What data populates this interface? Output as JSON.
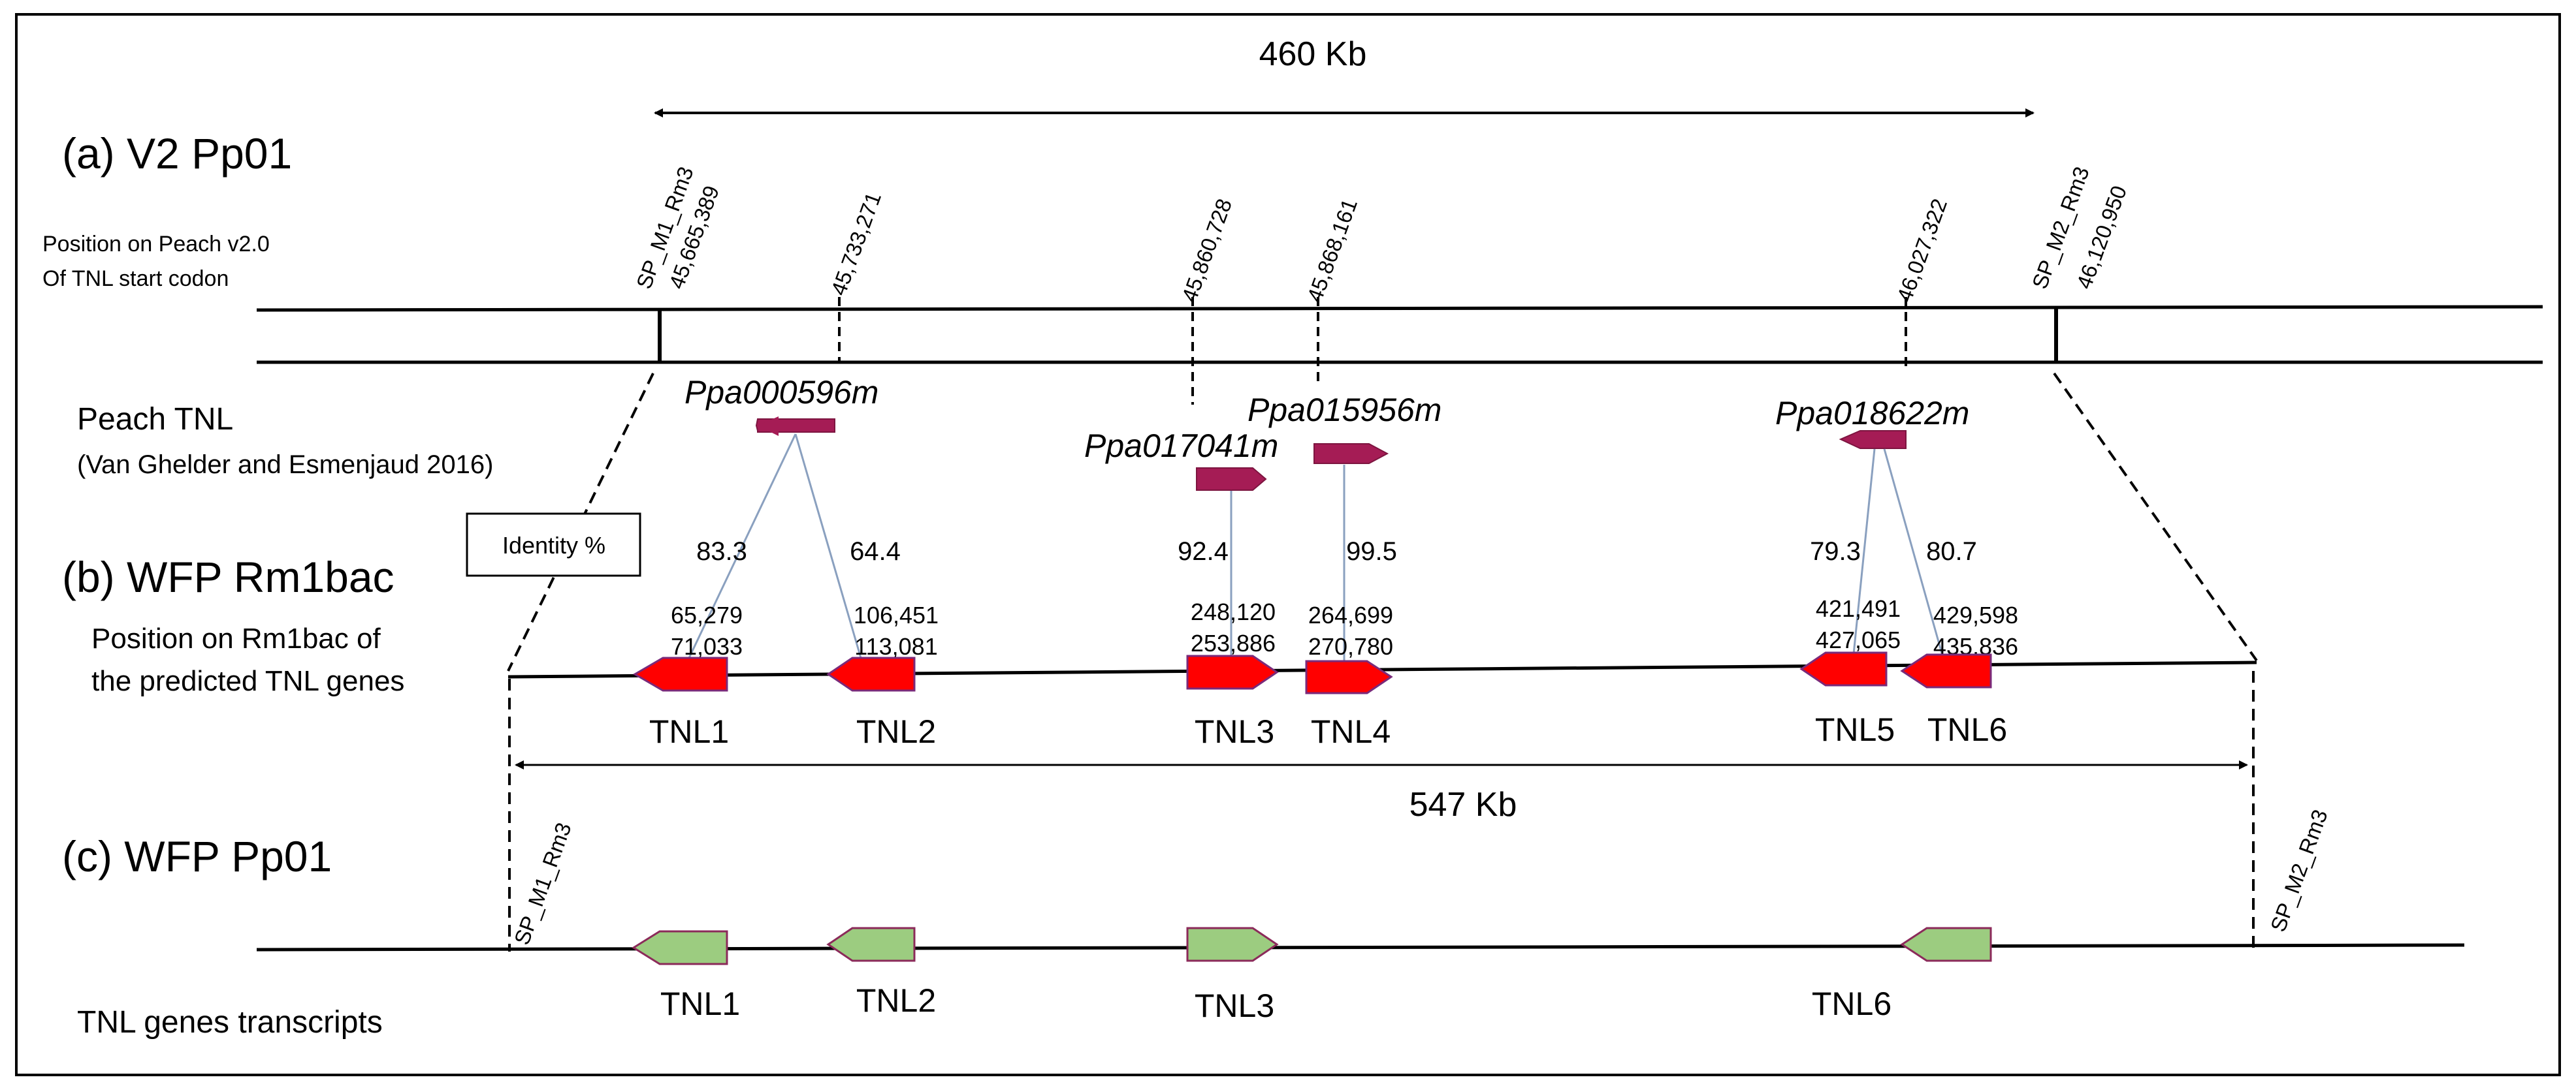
{
  "scale_top": "460 Kb",
  "scale_bottom": "547 Kb",
  "sections": {
    "a_title": "(a) V2 Pp01",
    "a_caption_1": "Position on  Peach  v2.0",
    "a_caption_2": "Of TNL start codon",
    "peach_tnl_1": "Peach TNL",
    "peach_tnl_2": "(Van Ghelder and Esmenjaud 2016)",
    "identity_box": "Identity %",
    "b_title": "(b) WFP Rm1bac",
    "b_caption_1": "Position on Rm1bac of",
    "b_caption_2": "the predicted TNL genes",
    "c_title": "(c) WFP Pp01",
    "c_caption": "TNL genes transcripts"
  },
  "markers_top": [
    {
      "label": "SP_M1_Rm3"
    },
    {
      "label": "45,665,389"
    },
    {
      "label": "45,733,271"
    },
    {
      "label": "45,860,728"
    },
    {
      "label": "45,868,161"
    },
    {
      "label": "46,027,322"
    },
    {
      "label": "SP_M2_Rm3"
    },
    {
      "label": "46,120,950"
    }
  ],
  "peach_genes": [
    "Ppa000596m",
    "Ppa017041m",
    "Ppa015956m",
    "Ppa018622m"
  ],
  "identities": [
    "83.3",
    "64.4",
    "92.4",
    "99.5",
    "79.3",
    "80.7"
  ],
  "bac_positions": [
    {
      "start": "65,279",
      "end": "71,033"
    },
    {
      "start": "106,451",
      "end": "113,081"
    },
    {
      "start": "248,120",
      "end": "253,886"
    },
    {
      "start": "264,699",
      "end": "270,780"
    },
    {
      "start": "421,491",
      "end": "427,065"
    },
    {
      "start": "429,598",
      "end": "435,836"
    }
  ],
  "bac_genes": [
    "TNL1",
    "TNL2",
    "TNL3",
    "TNL4",
    "TNL5",
    "TNL6"
  ],
  "wfp_markers": [
    "SP_M1_Rm3",
    "SP_M2_Rm3"
  ],
  "transcripts": [
    "TNL1",
    "TNL2",
    "TNL3",
    "TNL6"
  ],
  "colors": {
    "peach_gene": "#a51c55",
    "bac_gene": "#ff0000",
    "bac_gene_stroke": "#7a2a7a",
    "transcript": "#9ccc80",
    "transcript_stroke": "#8b2a5a",
    "connector": "#8aa0bf"
  }
}
